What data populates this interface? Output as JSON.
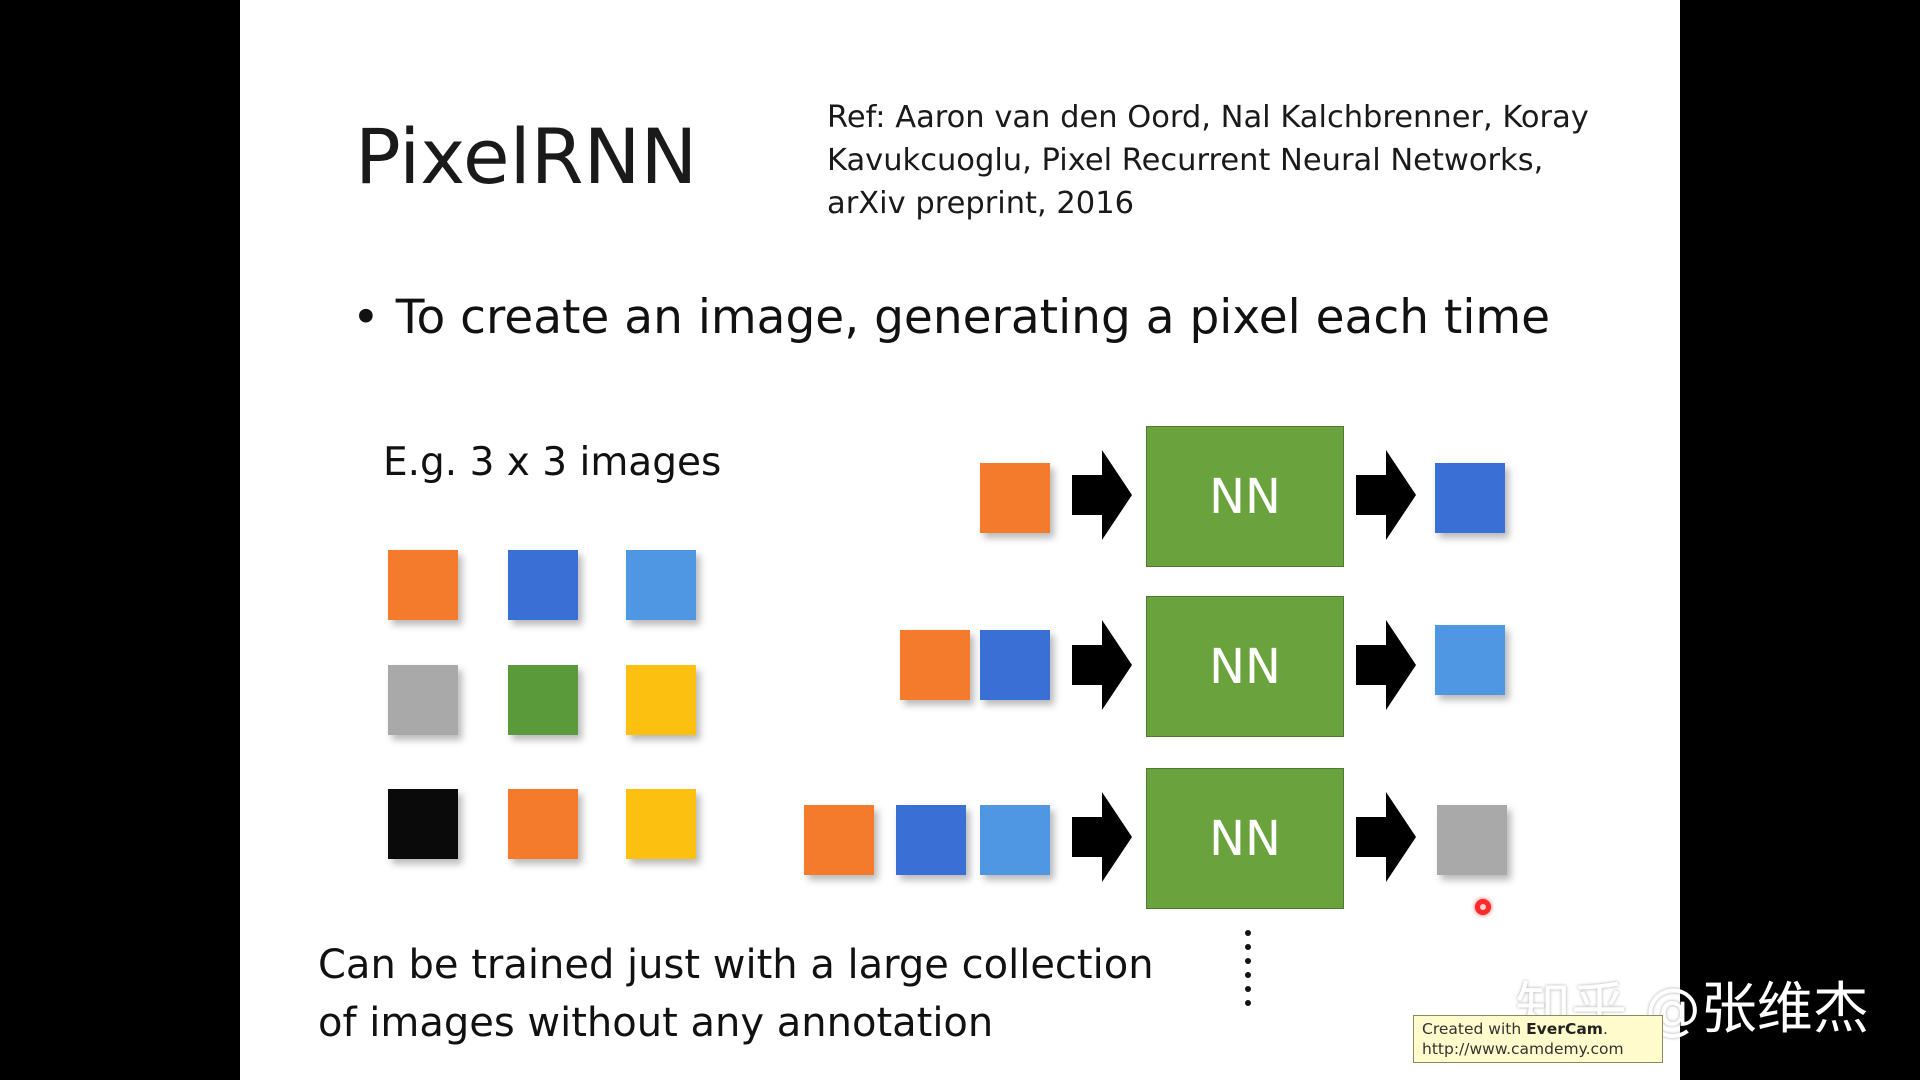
{
  "slide": {
    "title": "PixelRNN",
    "ref": "Ref: Aaron van den Oord, Nal Kalchbrenner, Koray Kavukcuoglu, Pixel Recurrent Neural Networks, arXiv preprint, 2016",
    "bullet": "To create an image, generating a pixel each time",
    "example_label": "E.g. 3 x 3 images",
    "bottom_line1": "Can be trained just with a large collection",
    "bottom_line2": "of images without any annotation",
    "nn_label": "NN"
  },
  "colors": {
    "orange": "#f37b2b",
    "dark_blue": "#3a6fd6",
    "light_blue": "#4f96e3",
    "gray": "#a9a9a9",
    "green": "#5a9a3a",
    "yellow": "#fbc010",
    "black": "#0a0a0a",
    "nn_green": "#6aa33d"
  },
  "grid_pixels": [
    [
      "orange",
      "dark_blue",
      "light_blue"
    ],
    [
      "gray",
      "green",
      "yellow"
    ],
    [
      "black",
      "orange",
      "yellow"
    ]
  ],
  "steps": [
    {
      "inputs": [
        "orange"
      ],
      "output": "dark_blue"
    },
    {
      "inputs": [
        "orange",
        "dark_blue"
      ],
      "output": "light_blue"
    },
    {
      "inputs": [
        "orange",
        "dark_blue",
        "light_blue"
      ],
      "output": "gray"
    }
  ],
  "watermark": "知乎 @张维杰",
  "badge": {
    "prefix": "Created with ",
    "brand": "EverCam",
    "suffix": ".",
    "url": "http://www.camdemy.com"
  }
}
